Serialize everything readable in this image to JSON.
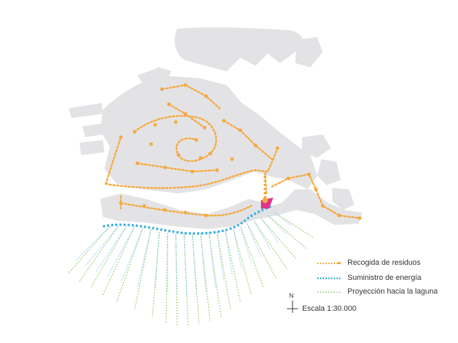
{
  "colors": {
    "land": "#e3e3e5",
    "waste": "#f5a940",
    "energy": "#3bb0e0",
    "lagoon": "#9ed07a",
    "flow_fill": "#cfe3f2",
    "marker": "#e0368a"
  },
  "legend": {
    "waste_label": "Recogida de residuos",
    "energy_label": "Suministro de energía",
    "lagoon_label": "Proyección hacia la laguna"
  },
  "scale": {
    "north": "N",
    "label": "Escala 1:30.000"
  }
}
